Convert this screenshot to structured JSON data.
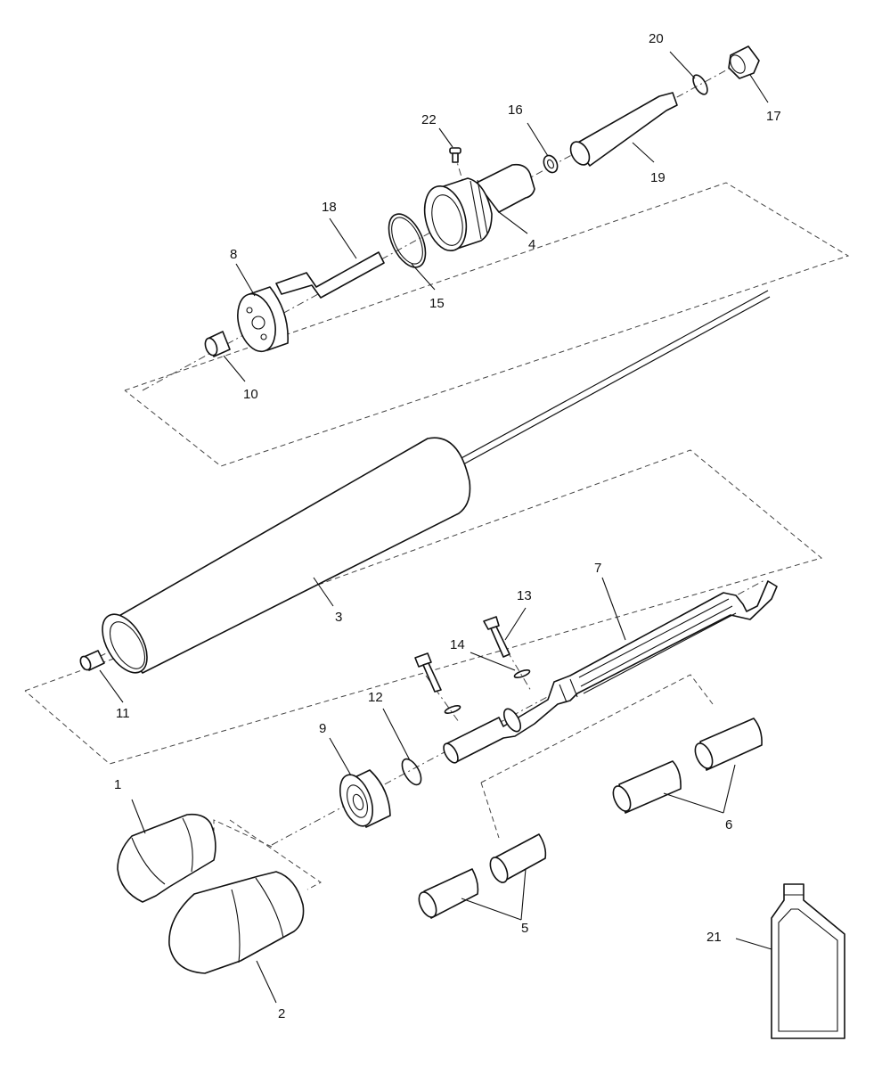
{
  "diagram": {
    "labels": {
      "p1": "1",
      "p2": "2",
      "p3": "3",
      "p4": "4",
      "p5": "5",
      "p6": "6",
      "p7": "7",
      "p8": "8",
      "p9": "9",
      "p10": "10",
      "p11": "11",
      "p12": "12",
      "p13": "13",
      "p14": "14",
      "p15": "15",
      "p16": "16",
      "p17": "17",
      "p18": "18",
      "p19": "19",
      "p20": "20",
      "p21": "21",
      "p22": "22"
    }
  }
}
